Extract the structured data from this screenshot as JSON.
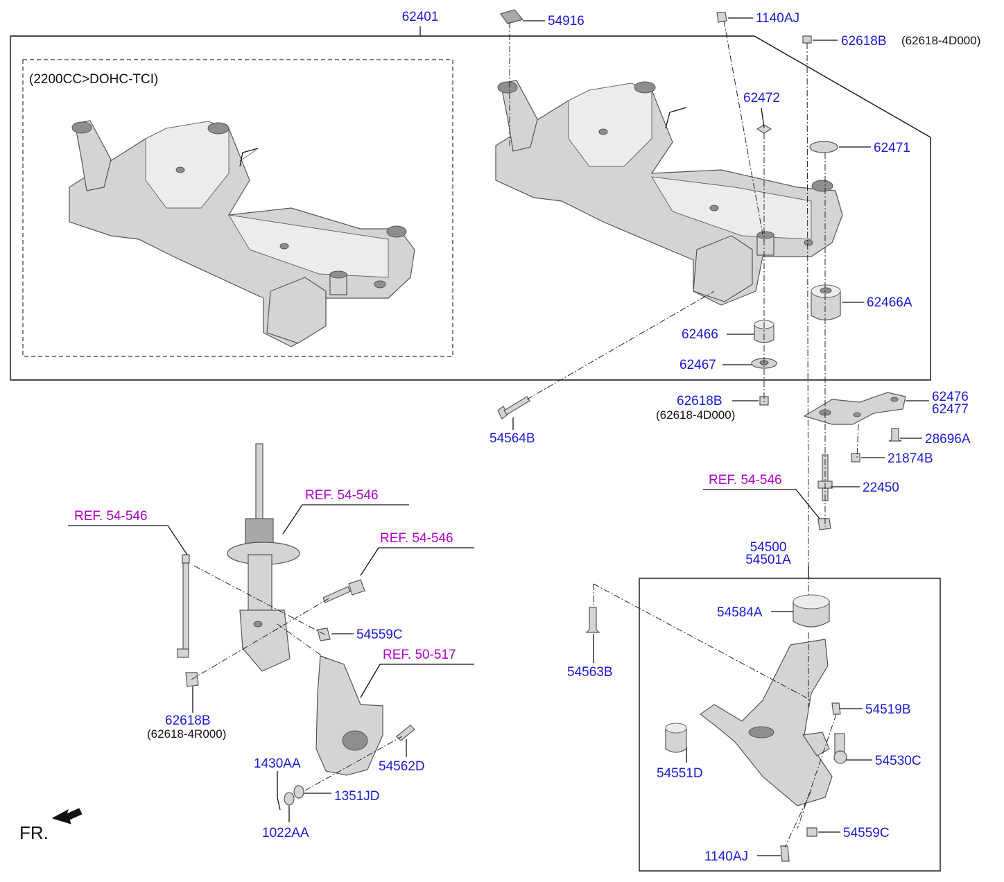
{
  "labels": {
    "l62401": "62401",
    "l54916": "54916",
    "l1140AJ_top": "1140AJ",
    "l62618B_top": "62618B",
    "n62618_4D000_top": "(62618-4D000)",
    "variant_note": "(2200CC>DOHC-TCI)",
    "l62472": "62472",
    "l62471": "62471",
    "l62466A": "62466A",
    "l62466": "62466",
    "l62467": "62467",
    "l62618B_mid": "62618B",
    "n62618_4D000_mid": "(62618-4D000)",
    "l54564B": "54564B",
    "l62476": "62476",
    "l62477": "62477",
    "l28696A": "28696A",
    "l21874B": "21874B",
    "l22450": "22450",
    "ref_right": "REF. 54-546",
    "ref_strut_top": "REF. 54-546",
    "ref_link": "REF. 54-546",
    "ref_bolt": "REF. 54-546",
    "ref_knuckle": "REF. 50-517",
    "l54500": "54500",
    "l54501A": "54501A",
    "l54584A": "54584A",
    "l54563B": "54563B",
    "l54559C_left": "54559C",
    "l62618B_left": "62618B",
    "n62618_4R000": "(62618-4R000)",
    "l54562D": "54562D",
    "l1430AA": "1430AA",
    "l1351JD": "1351JD",
    "l1022AA": "1022AA",
    "l54519B": "54519B",
    "l54530C": "54530C",
    "l54551D": "54551D",
    "l54559C_right": "54559C",
    "l1140AJ_bottom": "1140AJ",
    "fr_label": "FR."
  },
  "colors": {
    "part_number": "#1a1ad6",
    "reference": "#b000c8",
    "line": "#111111",
    "part_fill": "#d4d4d4"
  }
}
